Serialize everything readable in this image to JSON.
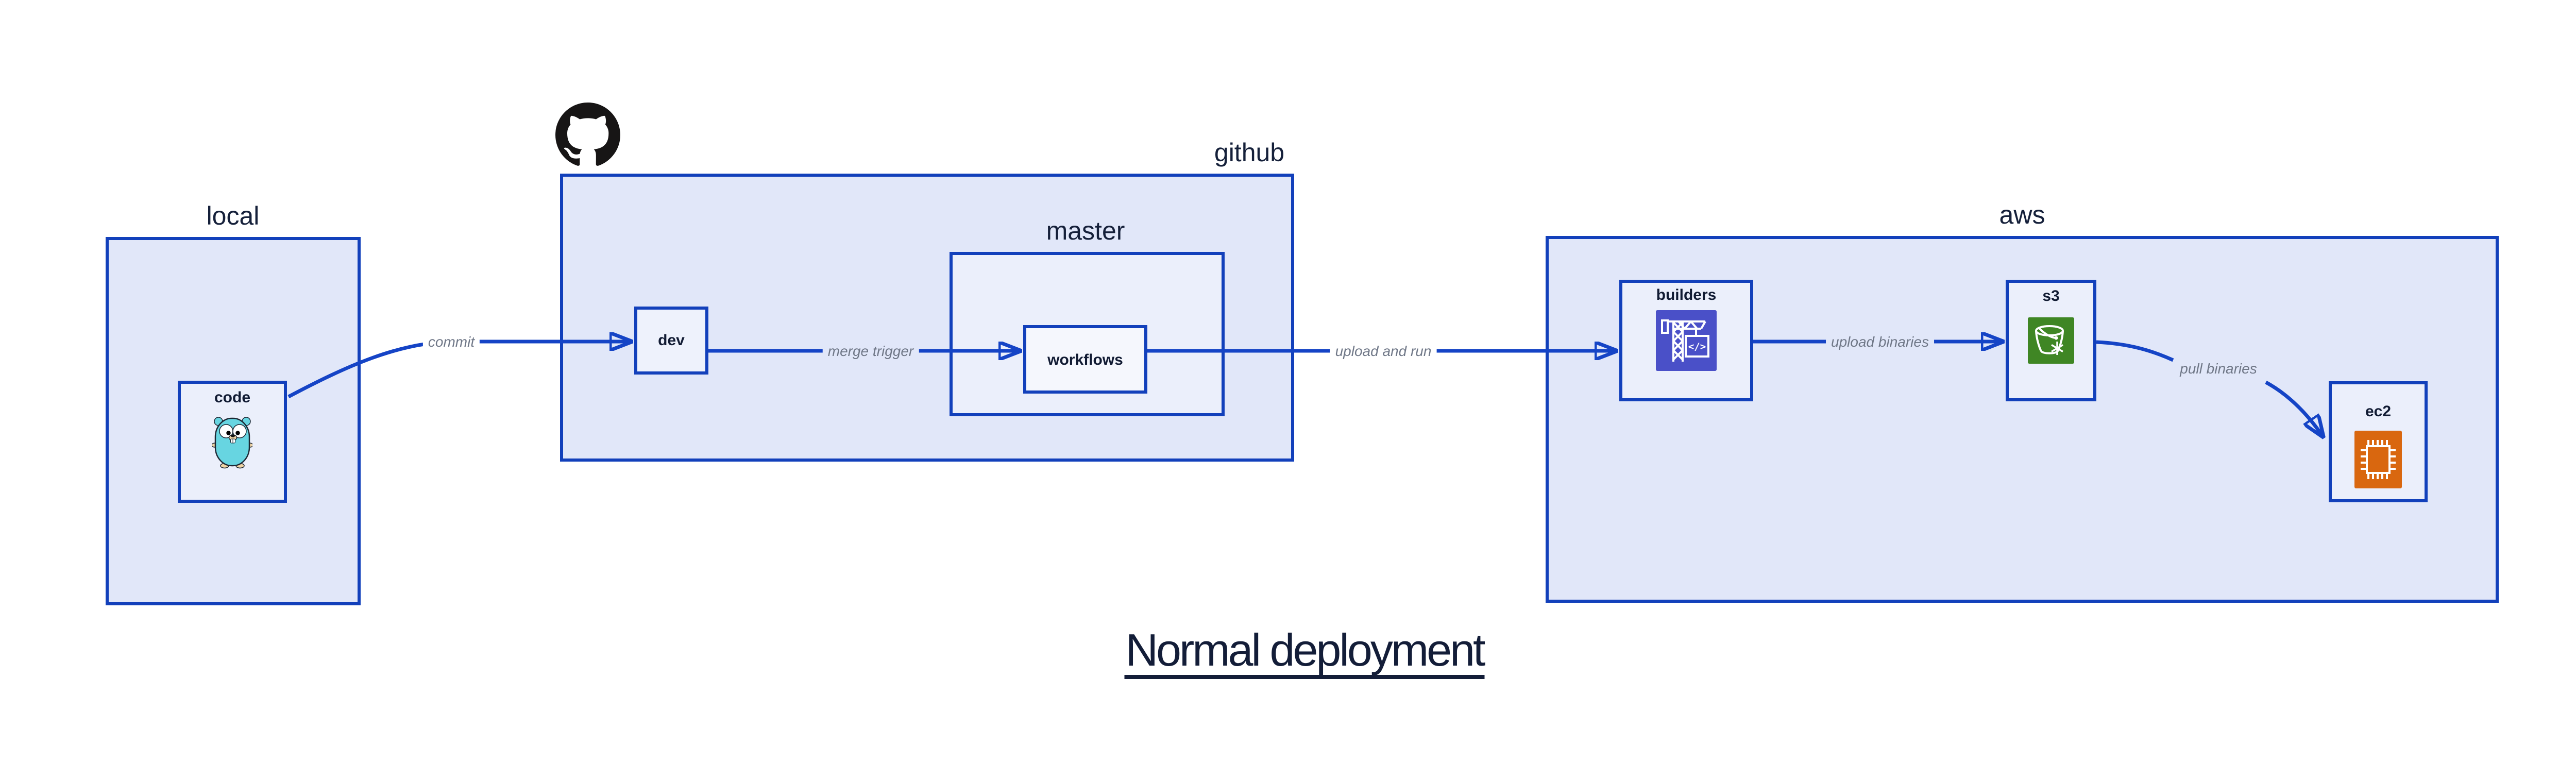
{
  "diagram": {
    "title": "Normal deployment",
    "groups": {
      "local": {
        "label": "local"
      },
      "github": {
        "label": "github",
        "logo_icon": "github-octocat-icon"
      },
      "master": {
        "label": "master"
      },
      "aws": {
        "label": "aws"
      }
    },
    "nodes": {
      "code": {
        "label": "code",
        "icon": "go-gopher-icon"
      },
      "dev": {
        "label": "dev"
      },
      "workflows": {
        "label": "workflows"
      },
      "builders": {
        "label": "builders",
        "icon": "crane-code-icon",
        "icon_glyph": "</>",
        "icon_bg": "#4a50c8"
      },
      "s3": {
        "label": "s3",
        "icon": "bucket-snowflake-icon",
        "icon_bg": "#3f8624"
      },
      "ec2": {
        "label": "ec2",
        "icon": "cpu-chip-icon",
        "icon_bg": "#d9670f"
      }
    },
    "edges": {
      "commit": {
        "label": "commit"
      },
      "merge_trigger": {
        "label": "merge trigger"
      },
      "upload_and_run": {
        "label": "upload and run"
      },
      "upload_binaries": {
        "label": "upload binaries"
      },
      "pull_binaries": {
        "label": "pull binaries"
      }
    },
    "colors": {
      "accent_blue": "#1544c6",
      "border_blue": "#1240bb",
      "group_fill": "#e1e7f9",
      "node_fill": "#ebeffb",
      "leaf_fill": "#f5f7fd",
      "edge_label_gray": "#6f7787",
      "text_navy": "#131d38",
      "builders_icon_bg": "#4a50c8",
      "s3_icon_bg": "#3f8624",
      "ec2_icon_bg": "#d9670f",
      "gopher_teal": "#67d5e1"
    }
  }
}
